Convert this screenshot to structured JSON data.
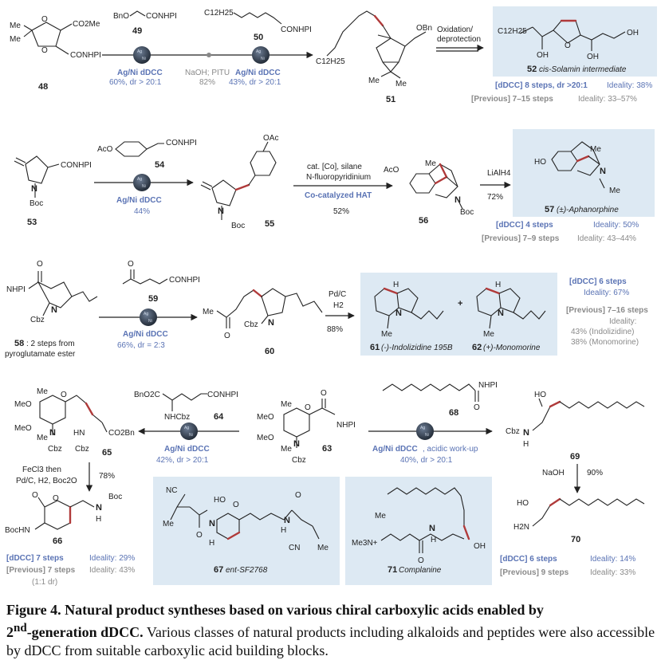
{
  "figure": {
    "row1": {
      "sm": "48",
      "sm_groups": [
        "CO2Me",
        "CONHPI",
        "Me",
        "Me"
      ],
      "reagent1": "BnO",
      "reagent1_group": "CONHPI",
      "reagent1_id": "49",
      "reagent2_chain": "C12H25",
      "reagent2_group": "CONHPI",
      "reagent2_id": "50",
      "cond1": "Ag/Ni dDCC",
      "cond1_yield": "60%, dr > 20:1",
      "cond_mid": "NaOH; PITU",
      "cond_mid_yield": "82%",
      "cond2": "Ag/Ni dDCC",
      "cond2_yield": "43%, dr > 20:1",
      "product_id": "51",
      "product_groups": [
        "C12H25",
        "OBn",
        "Me",
        "Me"
      ],
      "ox_cond_1": "Oxidation/",
      "ox_cond_2": "deprotection",
      "target_id": "52",
      "target_name": "cis-Solamin intermediate",
      "target_groups": [
        "C12H25",
        "OH",
        "OH",
        "OH"
      ],
      "ddcc": "[dDCC] 8 steps, dr >20:1",
      "ddcc_ideality": "Ideality: 38%",
      "prev": "[Previous] 7–15 steps",
      "prev_ideality": "Ideality: 33–57%"
    },
    "row2": {
      "sm": "53",
      "sm_groups": [
        "CONHPI",
        "N",
        "Boc"
      ],
      "reagent": "AcO",
      "reagent_group": "CONHPI",
      "reagent_id": "54",
      "cond": "Ag/Ni dDCC",
      "cond_yield": "44%",
      "int_id": "55",
      "int_groups": [
        "OAc",
        "N",
        "Boc"
      ],
      "hat_cond_1": "cat. [Co], silane",
      "hat_cond_2": "N-fluoropyridinium",
      "hat_label": "Co-catalyzed HAT",
      "hat_yield": "52%",
      "int2_id": "56",
      "int2_groups": [
        "AcO",
        "Me",
        "N",
        "Boc"
      ],
      "red_cond": "LiAlH4",
      "red_yield": "72%",
      "target_id": "57",
      "target_name": "(±)-Aphanorphine",
      "target_groups": [
        "HO",
        "Me",
        "N",
        "Me"
      ],
      "ddcc": "[dDCC] 4 steps",
      "ddcc_ideality": "Ideality: 50%",
      "prev": "[Previous] 7–9 steps",
      "prev_ideality": "Ideality: 43–44%"
    },
    "row3": {
      "sm": "58",
      "sm_note": ": 2 steps from",
      "sm_note2": "pyroglutamate ester",
      "sm_groups": [
        "NHPI",
        "O",
        "N",
        "Cbz"
      ],
      "reagent_group": "CONHPI",
      "reagent_id": "59",
      "cond": "Ag/Ni dDCC",
      "cond_yield": "66%, dr = 2:3",
      "int_id": "60",
      "int_groups": [
        "Me",
        "O",
        "Cbz",
        "N"
      ],
      "h2_cond_1": "Pd/C",
      "h2_cond_2": "H2",
      "h2_yield": "88%",
      "t1_id": "61",
      "t1_name": "(-)-Indolizidine 195B",
      "t2_id": "62",
      "t2_name": "(+)-Monomorine",
      "plus": "+",
      "t_groups": [
        "H",
        "N",
        "Me"
      ],
      "ddcc": "[dDCC] 6 steps",
      "ddcc_ideality": "Ideality: 67%",
      "prev": "[Previous] 7–16 steps",
      "prev_ideality": "Ideality:",
      "prev_ideality_1": "43% (Indolizidine)",
      "prev_ideality_2": "38% (Monomorine)"
    },
    "row4": {
      "left_product_id": "65",
      "left_groups": [
        "MeO",
        "MeO",
        "Me",
        "Me",
        "O",
        "N",
        "Cbz",
        "HN",
        "Cbz",
        "CO2Bn"
      ],
      "reagent_left": "BnO2C",
      "reagent_left_group": "CONHPI",
      "reagent_left_nh": "NHCbz",
      "reagent_left_id": "64",
      "cond_left": "Ag/Ni dDCC",
      "cond_left_yield": "42%, dr > 20:1",
      "center_id": "63",
      "center_groups": [
        "MeO",
        "MeO",
        "Me",
        "Me",
        "O",
        "N",
        "Cbz",
        "NHPI",
        "O"
      ],
      "reagent_right_group": "NHPI",
      "reagent_right_id": "68",
      "cond_right": "Ag/Ni dDCC",
      "cond_right_tail": ", acidic work-up",
      "cond_right_yield": "40%, dr > 20:1",
      "right_product_id": "69",
      "right_groups": [
        "HO",
        "Cbz",
        "N",
        "H"
      ],
      "naoh": "NaOH",
      "naoh_yield": "90%",
      "final_right_id": "70",
      "final_right_groups": [
        "HO",
        "H2N"
      ],
      "ddcc_right": "[dDCC] 6 steps",
      "ddcc_right_ideality": "Ideality: 14%",
      "prev_right": "[Previous] 9 steps",
      "prev_right_ideality": "Ideality: 33%",
      "left_cond_1": "FeCl3 then",
      "left_cond_2": "Pd/C, H2, Boc2O",
      "left_yield": "78%",
      "final_left_id": "66",
      "final_left_groups": [
        "O",
        "O",
        "N",
        "Boc",
        "H",
        "BocHN"
      ],
      "ddcc_left": "[dDCC] 7 steps",
      "ddcc_left_ideality": "Ideality: 29%",
      "prev_left": "[Previous] 7 steps",
      "prev_left_ideality": "Ideality: 43%",
      "prev_left_note": "(1:1 dr)",
      "box1_id": "67",
      "box1_name": "ent-SF2768",
      "box1_groups": [
        "NC",
        "Me",
        "HO",
        "O",
        "O",
        "H",
        "N",
        "N",
        "H",
        "O",
        "CN",
        "Me"
      ],
      "box2_id": "71",
      "box2_name": "Complanine",
      "box2_groups": [
        "Me",
        "Me3N+",
        "O",
        "N",
        "H",
        "OH"
      ]
    },
    "colors": {
      "accent_blue": "#5a73b4",
      "box_bg": "#dde9f3",
      "bond_red": "#b03a3a",
      "catalyst_dark": "#2f3a4a"
    }
  },
  "caption": {
    "label": "Figure 4. Natural product syntheses based on various chiral carboxylic acids enabled by",
    "label2_prefix": "2",
    "label2_sup": "nd",
    "label2_rest": "-generation dDCC.",
    "text": " Various classes of natural products including alkaloids and peptides were also accessible by dDCC from suitable carboxylic acid building blocks."
  }
}
